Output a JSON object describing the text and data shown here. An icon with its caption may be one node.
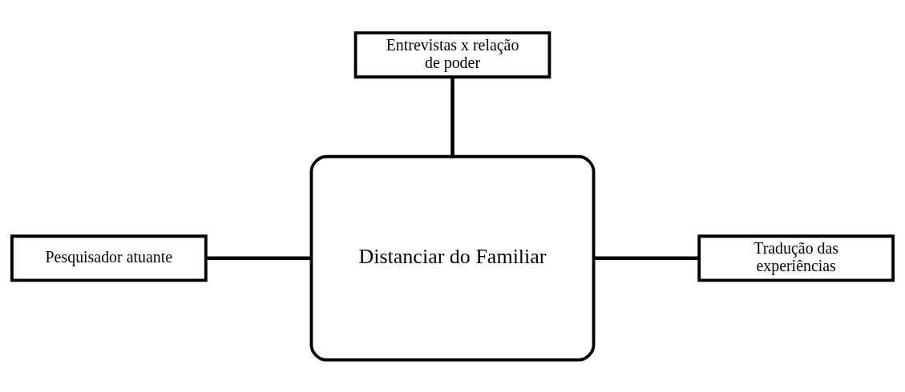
{
  "diagram": {
    "nodes": [
      {
        "text": [
          "Entrevistas x relação de poder"
        ]
      },
      {
        "text": [
          "Pesquisador atuante"
        ]
      },
      {
        "text": [
          "Distanciar do Familiar"
        ]
      },
      {
        "text": [
          "Tradução das experiências"
        ]
      }
    ],
    "edges": [
      {
        "from": 0,
        "to": 2,
        "arrow": "none"
      },
      {
        "from": 1,
        "to": 2,
        "arrow": "none"
      },
      {
        "from": 2,
        "to": 3,
        "arrow": "none"
      }
    ]
  }
}
